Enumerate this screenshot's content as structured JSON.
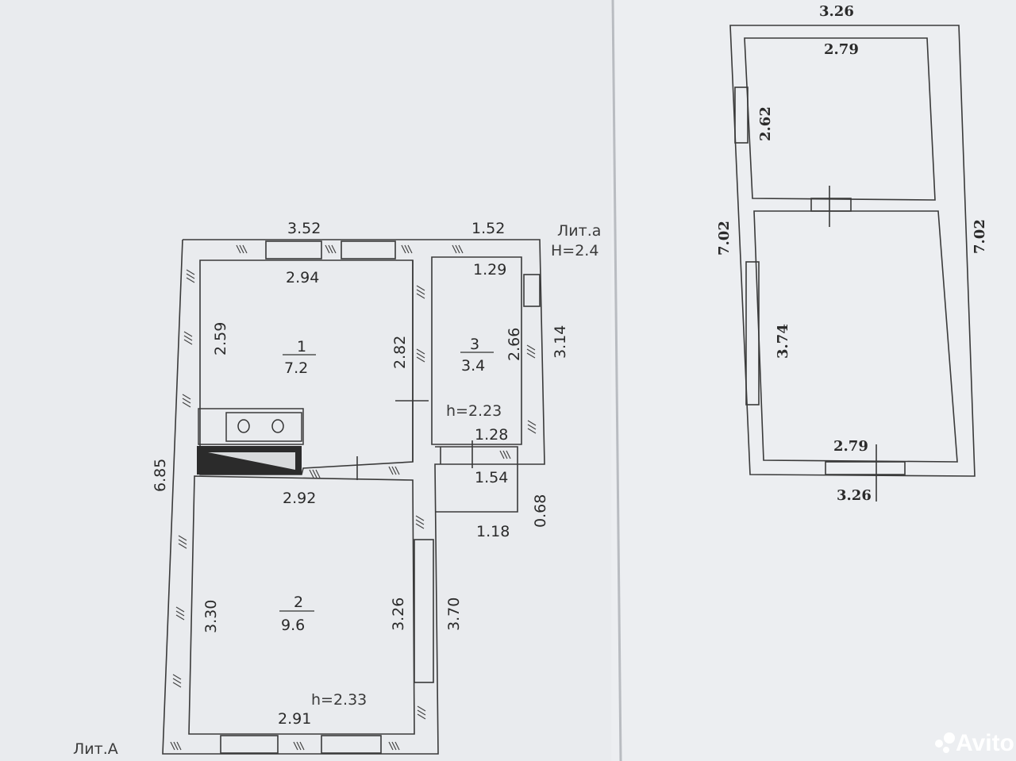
{
  "main_plan": {
    "overall": {
      "top_left": "3.52",
      "top_right": "1.52",
      "height_left": "6.85",
      "height_right_upper": "3.14",
      "height_right_mid": "3.70",
      "height_right_small": "0.68"
    },
    "room1": {
      "number": "1",
      "area": "7.2",
      "width": "2.94",
      "height_left": "2.59",
      "height_right": "2.82"
    },
    "room2": {
      "number": "2",
      "area": "9.6",
      "width_top": "2.92",
      "width_bottom": "2.91",
      "height_left": "3.30",
      "height_right": "3.26",
      "ceiling": "h=2.33"
    },
    "room3": {
      "number": "3",
      "area": "3.4",
      "width_top": "1.29",
      "height": "2.66",
      "width_bottom": "1.28",
      "ceiling": "h=2.23"
    },
    "porch": {
      "width_upper": "1.54",
      "width_lower": "1.18"
    },
    "label_lit_a": "Лит.А",
    "label_lit_a_small": "Лит.а",
    "label_lit_a_small_h": "H=2.4"
  },
  "second_plan": {
    "top_outer": "3.26",
    "top_inner": "2.79",
    "upper_room_height": "2.62",
    "left_total": "7.02",
    "right_total": "7.02",
    "lower_room_height": "3.74",
    "bottom_inner": "2.79",
    "bottom_outer": "3.26"
  },
  "watermark": "Avito",
  "colors": {
    "paper": "#eceef0",
    "wall": "#3a3a3a",
    "stove": "#2b2b2b"
  }
}
